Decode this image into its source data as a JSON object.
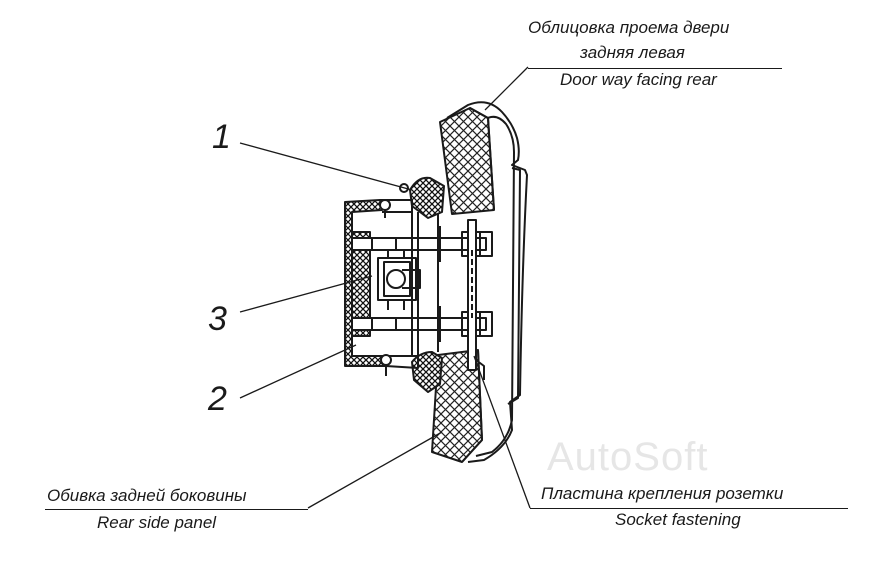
{
  "callouts": {
    "one": "1",
    "two": "2",
    "three": "3"
  },
  "labels": {
    "door_ru_line1": "Облицовка проема двери",
    "door_ru_line2": "задняя левая",
    "door_en": "Door way facing rear",
    "panel_ru": "Обивка задней боковины",
    "panel_en": "Rear side panel",
    "plate_ru": "Пластина крепления розетки",
    "plate_en": "Socket fastening"
  },
  "watermark": "AutoSoft"
}
